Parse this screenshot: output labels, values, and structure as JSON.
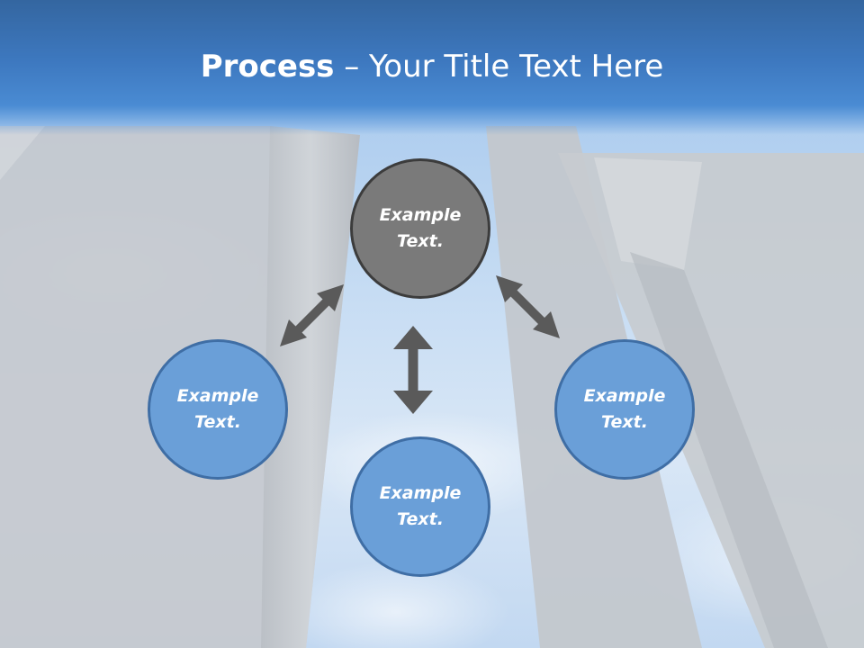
{
  "title": {
    "bold_part": "Process",
    "rest_part": " – Your Title Text Here"
  },
  "nodes": {
    "top": "Example\nText.",
    "left": "Example\nText.",
    "bottom": "Example\nText.",
    "right": "Example\nText."
  },
  "colors": {
    "title_bar": "#3d78bf",
    "node_gray": "#7a7a7a",
    "node_blue": "#6a9fd8",
    "arrow": "#5a5a5a"
  }
}
